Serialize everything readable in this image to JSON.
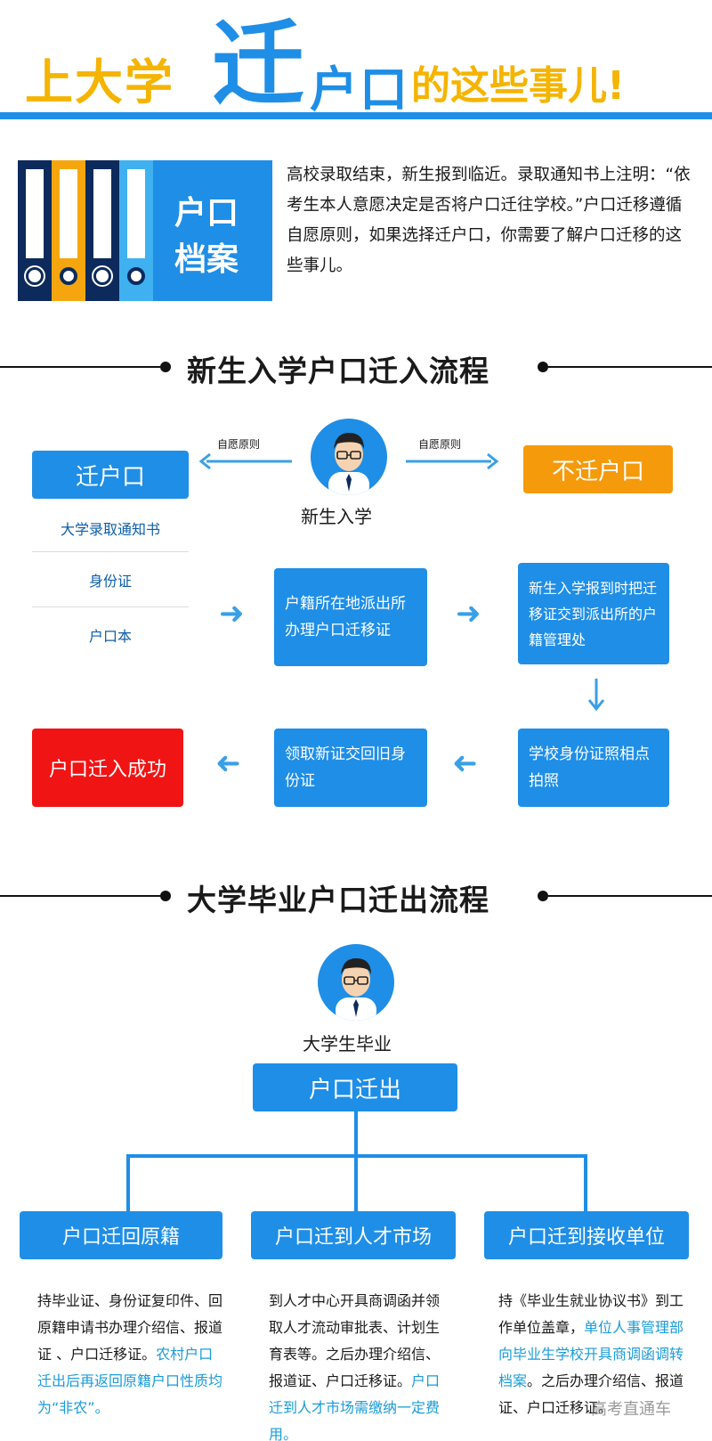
{
  "header": {
    "title_part1": "上大学",
    "title_big": "迁",
    "title_part2": "户口",
    "title_part3": "的这些事儿!"
  },
  "intro": {
    "folder_label_line1": "户口",
    "folder_label_line2": "档案",
    "text": "高校录取结束，新生报到临近。录取通知书上注明：“依考生本人意愿决定是否将户口迁往学校。”户口迁移遵循自愿原则，如果选择迁户口，你需要了解户口迁移的这些事儿。"
  },
  "section1": {
    "title": "新生入学户口迁入流程",
    "person_label": "新生入学",
    "left_arrow_label": "自愿原则",
    "right_arrow_label": "自愿原则",
    "move_box": "迁户口",
    "no_move_box": "不迁户口",
    "docs": [
      "大学录取通知书",
      "身份证",
      "户口本"
    ],
    "step1": "户籍所在地派出所办理户口迁移证",
    "step2": "新生入学报到时把迁移证交到派出所的户籍管理处",
    "step3": "学校身份证照相点拍照",
    "step4": "领取新证交回旧身份证",
    "success": "户口迁入成功"
  },
  "section2": {
    "title": "大学毕业户口迁出流程",
    "person_label": "大学生毕业",
    "root_box": "户口迁出",
    "branches": [
      {
        "label": "户口迁回原籍",
        "text_plain": "持毕业证、身份证复印件、回原籍申请书办理介绍信、报道证 、户口迁移证。",
        "text_highlight": "农村户口迁出后再返回原籍户口性质均为“非农”。",
        "text_tail": ""
      },
      {
        "label": "户口迁到人才市场",
        "text_plain": "到人才中心开具商调函并领取人才流动审批表、计划生育表等。之后办理介绍信、报道证、户口迁移证。",
        "text_highlight": "户口迁到人才市场需缴纳一定费用。",
        "text_tail": ""
      },
      {
        "label": "户口迁到接收单位",
        "text_plain": "持《毕业生就业协议书》到工作单位盖章，",
        "text_highlight": "单位人事管理部向毕业生学校开具商调函调转档案",
        "text_tail": "。之后办理介绍信、报道证、户口迁移证。"
      }
    ]
  },
  "watermark": "高考直通车",
  "colors": {
    "accent_blue": "#1f8ee6",
    "title_yellow": "#f5b400",
    "orange": "#f59a0b",
    "red": "#f01414",
    "navy": "#0d2a5c",
    "highlight_text": "#1a9bd8"
  }
}
